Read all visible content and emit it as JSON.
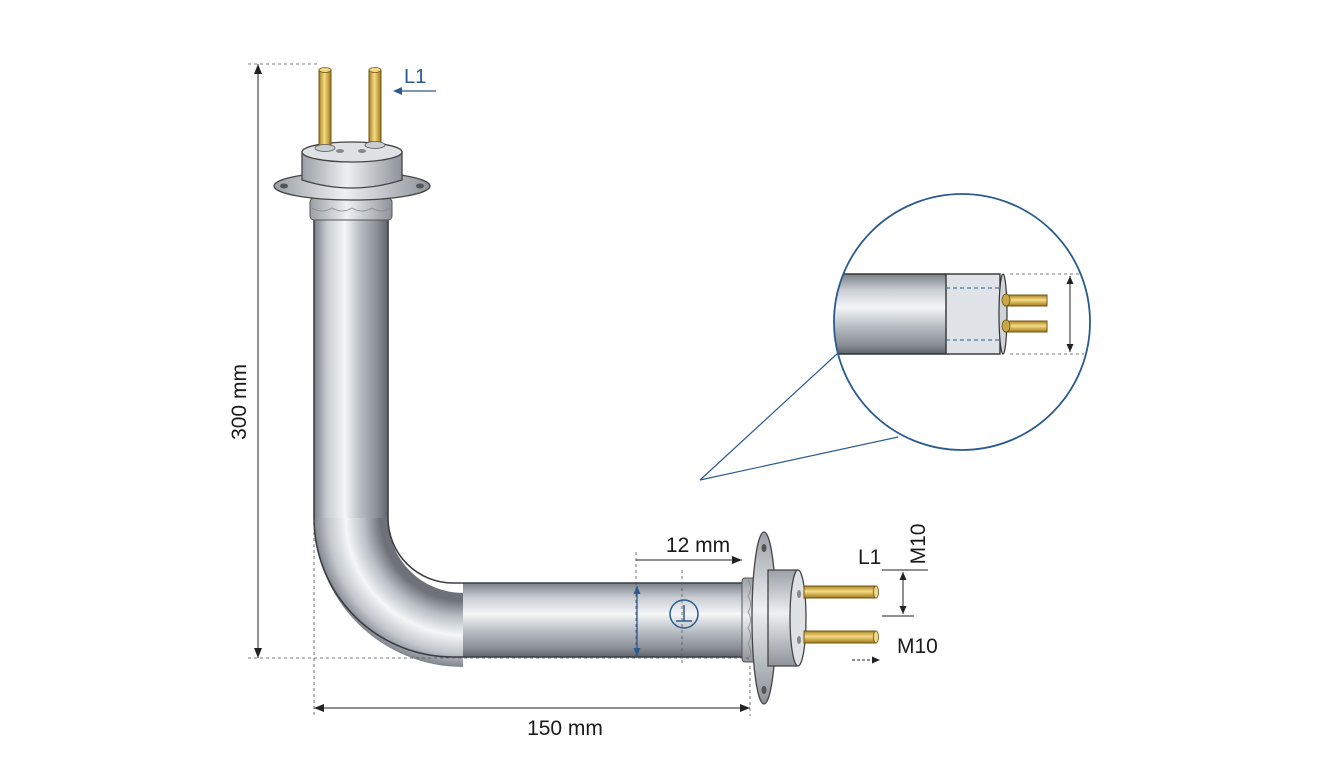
{
  "dimensions": {
    "height": "300 mm",
    "width": "150 mm",
    "diameter": "12 mm"
  },
  "terminal_labels": {
    "top_terminal": "L1",
    "side_terminal": "L1",
    "thread_upper": "M10",
    "thread_lower": "M10"
  },
  "colors": {
    "tube_light": "#f2f4f6",
    "tube_mid": "#bcc2c8",
    "tube_dark": "#6f757c",
    "brass_light": "#f5dc86",
    "brass_dark": "#a88020",
    "callout_blue": "#2a5a8f",
    "line": "#222222"
  }
}
